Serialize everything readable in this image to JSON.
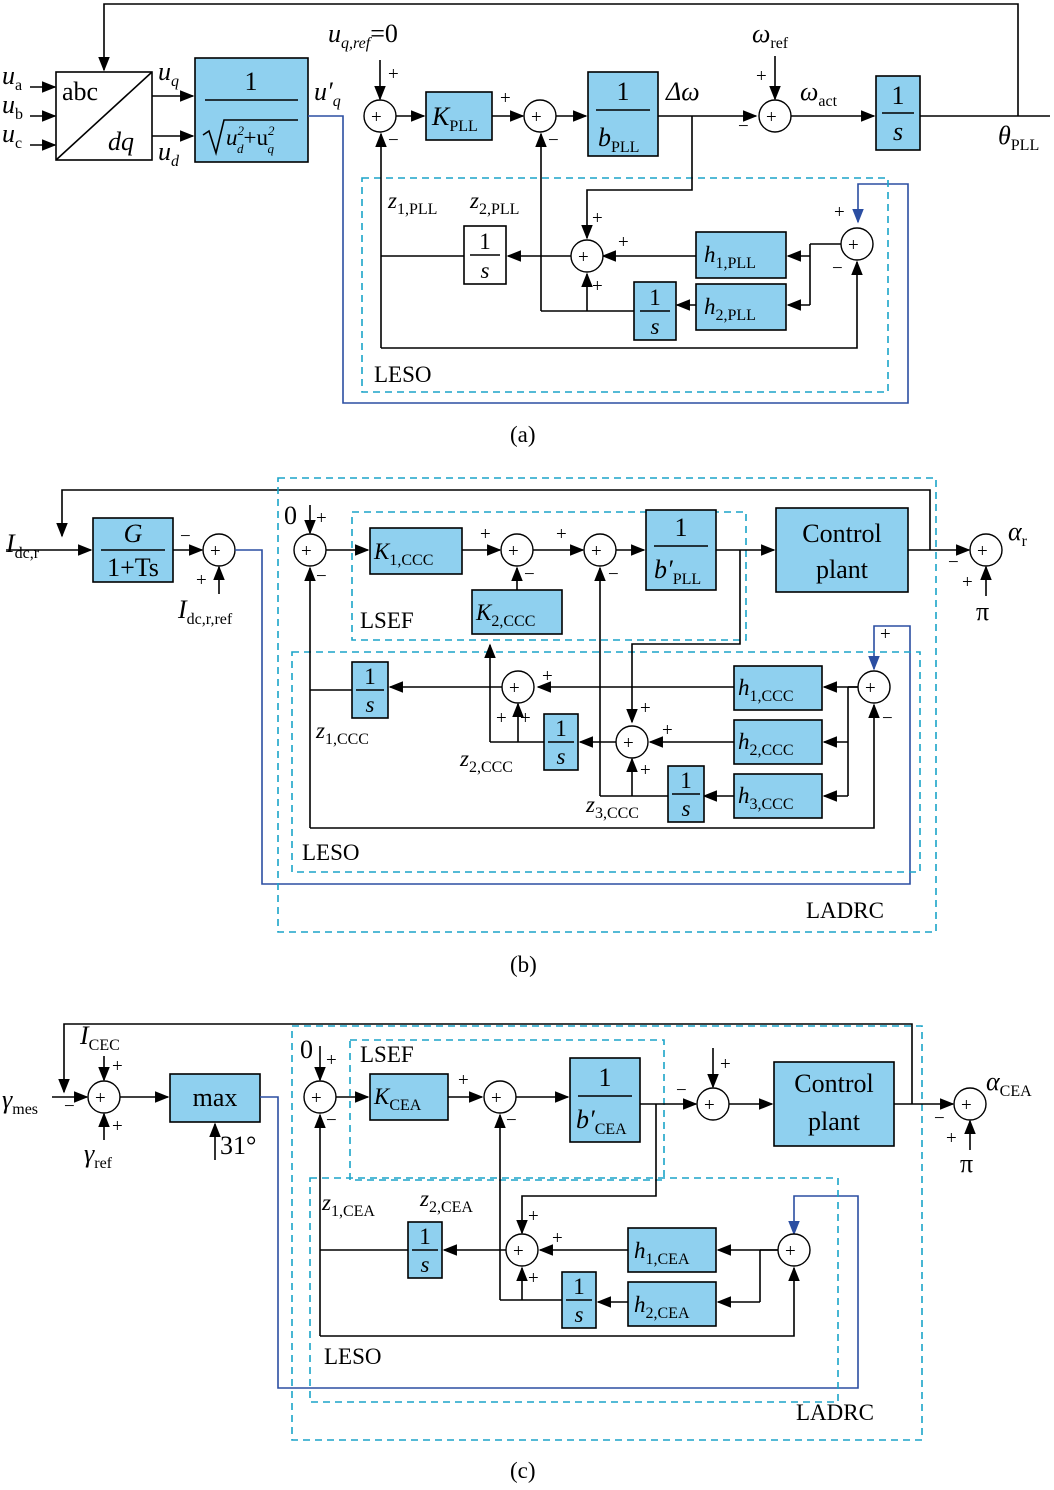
{
  "labels": {
    "ua": "u",
    "ua_sub": "a",
    "ub": "u",
    "ub_sub": "b",
    "uc": "u",
    "uc_sub": "c",
    "abc": "abc",
    "dq": "dq",
    "uq": "u",
    "uq_sub": "q",
    "ud": "u",
    "ud_sub": "d",
    "uq_prime": "u′",
    "uq_prime_sub": "q",
    "uqref": "u",
    "uqref_sub": "q,ref",
    "uqref_val": "=0",
    "kpll": "K",
    "kpll_sub": "PLL",
    "bpll": "b",
    "bpll_sub": "PLL",
    "one": "1",
    "s": "s",
    "delta_omega": "Δω",
    "omega_ref": "ω",
    "omega_ref_sub": "ref",
    "omega_act": "ω",
    "omega_act_sub": "act",
    "theta_pll": "θ",
    "theta_pll_sub": "PLL",
    "z1pll": "z",
    "z1pll_sub": "1,PLL",
    "z2pll": "z",
    "z2pll_sub": "2,PLL",
    "h1pll": "h",
    "h1pll_sub": "1,PLL",
    "h2pll": "h",
    "h2pll_sub": "2,PLL",
    "leso": "LESO",
    "cap_a": "(a)",
    "idcr": "I",
    "idcr_sub": "dc,r",
    "G": "G",
    "one_plus_ts": "1+Ts",
    "idcrref": "I",
    "idcrref_sub": "dc,r,ref",
    "zero": "0",
    "k1ccc": "K",
    "k1ccc_sub": "1,CCC",
    "k2ccc": "K",
    "k2ccc_sub": "2,CCC",
    "bpll_prime": "b′",
    "bpll_prime_sub": "PLL",
    "control": "Control",
    "plant": "plant",
    "alpha_r": "α",
    "alpha_r_sub": "r",
    "pi": "π",
    "lsef": "LSEF",
    "ladrc": "LADRC",
    "h1ccc": "h",
    "h1ccc_sub": "1,CCC",
    "h2ccc": "h",
    "h2ccc_sub": "2,CCC",
    "h3ccc": "h",
    "h3ccc_sub": "3,CCC",
    "z1ccc": "z",
    "z1ccc_sub": "1,CCC",
    "z2ccc": "z",
    "z2ccc_sub": "2,CCC",
    "z3ccc": "z",
    "z3ccc_sub": "3,CCC",
    "cap_b": "(b)",
    "icec": "I",
    "icec_sub": "CEC",
    "gmes": "γ",
    "gmes_sub": "mes",
    "gref": "γ",
    "gref_sub": "ref",
    "max": "max",
    "deg31": "31°",
    "kcea": "K",
    "kcea_sub": "CEA",
    "bcea_prime": "b′",
    "bcea_prime_sub": "CEA",
    "alpha_cea": "α",
    "alpha_cea_sub": "CEA",
    "z1cea": "z",
    "z1cea_sub": "1,CEA",
    "z2cea": "z",
    "z2cea_sub": "2,CEA",
    "h1cea": "h",
    "h1cea_sub": "1,CEA",
    "h2cea": "h",
    "h2cea_sub": "2,CEA",
    "cap_c": "(c)",
    "plus": "+",
    "minus": "−"
  },
  "colors": {
    "block_fill": "#8fd0ef",
    "dash_line": "#1ba4c8",
    "feedback_line": "#2b4ea2"
  }
}
